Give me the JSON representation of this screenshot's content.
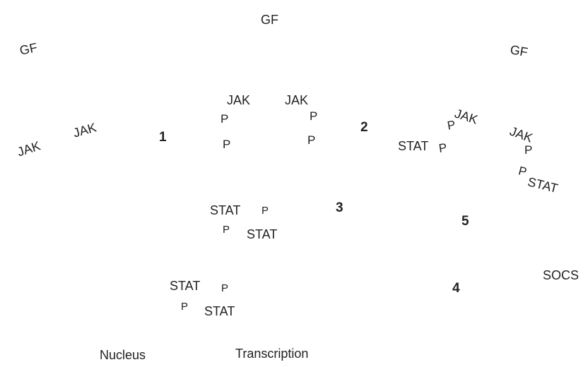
{
  "growth_factors": {
    "top": "GF",
    "left": "GF",
    "right": "GF"
  },
  "steps": {
    "s1": "1",
    "s2": "2",
    "s3": "3",
    "s4": "4",
    "s5": "5"
  },
  "step1": {
    "jak_left": "JAK",
    "jak_right": "JAK"
  },
  "step2": {
    "jak_left": "JAK",
    "jak_right": "JAK",
    "p_left_top": "P",
    "p_left_bottom": "P",
    "p_right_top": "P",
    "p_right_bottom": "P"
  },
  "step2_stat_binding": {
    "jak": "JAK",
    "p_jak": "P",
    "stat": "STAT",
    "p_stat": "P"
  },
  "step2_release": {
    "jak": "JAK",
    "p_jak": "P",
    "p_stat": "P",
    "stat": "STAT"
  },
  "step3_dimer": {
    "stat_top": "STAT",
    "p_top": "P",
    "p_bottom": "P",
    "stat_bottom": "STAT"
  },
  "step4_dimer": {
    "stat_top": "STAT",
    "p_top": "P",
    "p_bottom": "P",
    "stat_bottom": "STAT"
  },
  "labels": {
    "nucleus": "Nucleus",
    "transcription": "Transcription",
    "socs": "SOCS"
  }
}
